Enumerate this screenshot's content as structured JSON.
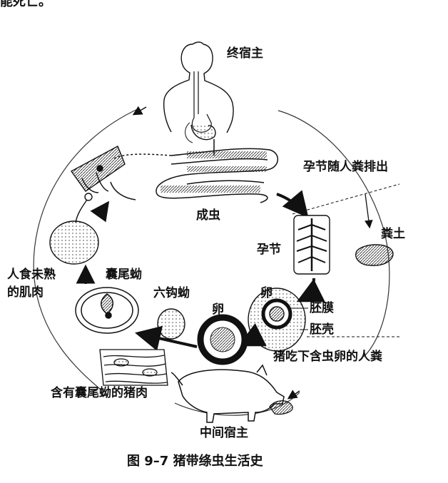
{
  "header_fragment": "能死亡。",
  "labels": {
    "final_host": "终宿主",
    "adult_worm": "成虫",
    "gravid_proglottid_excreted": "孕节随人粪排出",
    "gravid_proglottid": "孕节",
    "soil": "粪土",
    "eat_raw_meat_line1": "人食未熟",
    "eat_raw_meat_line2": "的肌肉",
    "cysticercus": "囊尾蚴",
    "hexacanth": "六钩蚴",
    "egg_top": "卵",
    "egg_left": "卵",
    "embryo_membrane": "胚膜",
    "embryo_shell": "胚壳",
    "pig_eats_feces": "猪吃下含虫卵的人粪",
    "pork_with_cysticercus": "含有囊尾蚴的猪肉",
    "intermediate_host": "中间宿主"
  },
  "caption": "图 9–7  猪带绦虫生活史"
}
